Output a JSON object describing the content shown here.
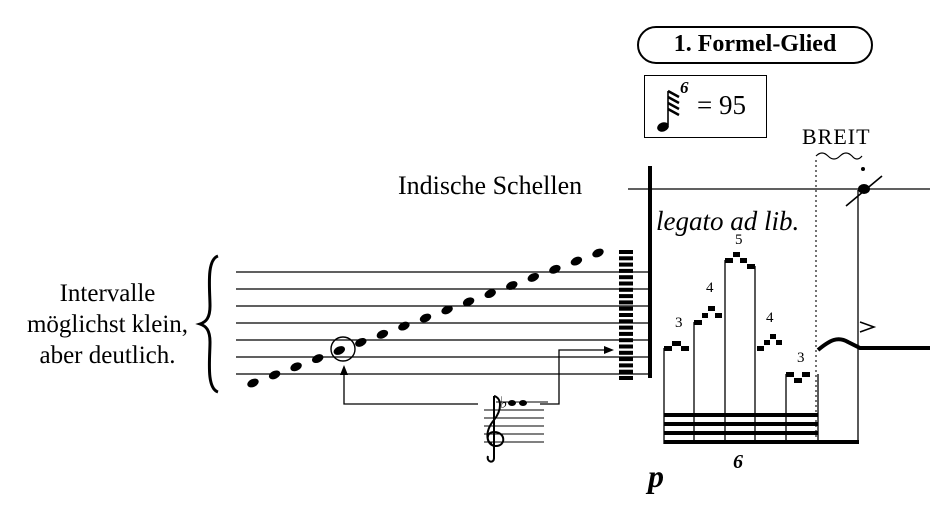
{
  "side_label": {
    "line1": "Intervalle",
    "line2": "möglichst klein,",
    "line3": "aber deutlich."
  },
  "instrument_label": "Indische Schellen",
  "heading": "1. Formel-Glied",
  "tempo": {
    "exponent": "6",
    "equals_value": "= 95"
  },
  "expression": "legato ad lib.",
  "breit": "BREIT",
  "dynamic": "p",
  "tuplet_number": "6",
  "group_numbers": [
    "3",
    "4",
    "5",
    "4",
    "3"
  ],
  "colors": {
    "ink": "#000000",
    "background": "#ffffff"
  }
}
